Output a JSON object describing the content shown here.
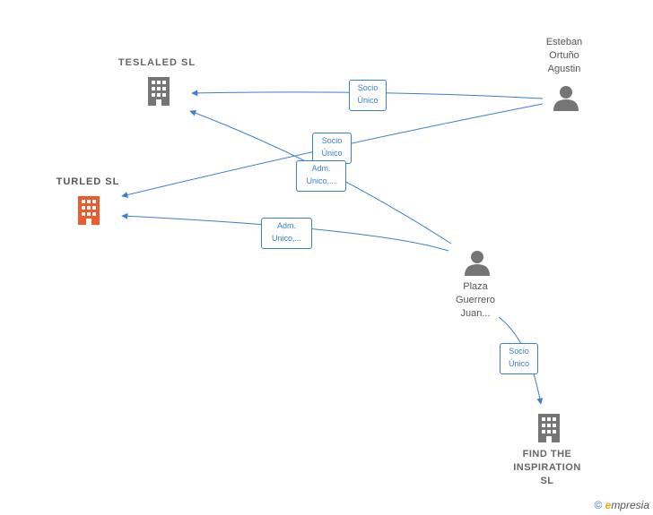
{
  "colors": {
    "edge": "#3a7fd0",
    "company": "#757575",
    "company_main": "#ef5a2a",
    "person": "#757575"
  },
  "nodes": {
    "teslaled": {
      "label": "TESLALED  SL",
      "icon": "building-icon"
    },
    "turled": {
      "label": "TURLED  SL",
      "icon": "building-icon"
    },
    "find": {
      "label": "FIND THE\nINSPIRATION\nSL",
      "icon": "building-icon"
    },
    "esteban": {
      "label": "Esteban\nOrtuño\nAgustin",
      "icon": "person-icon"
    },
    "plaza": {
      "label": "Plaza\nGuerrero\nJuan...",
      "icon": "person-icon"
    }
  },
  "edges": {
    "esteban_teslaled": "Socio\nÚnico",
    "esteban_turled": "Socio\nÚnico",
    "plaza_teslaled": "Adm.\nUnico,...",
    "plaza_turled": "Adm.\nUnico,...",
    "plaza_find": "Socio\nÚnico"
  },
  "footer": {
    "copyright_symbol": "©",
    "brand_initial": "e",
    "brand_rest": "mpresia"
  }
}
